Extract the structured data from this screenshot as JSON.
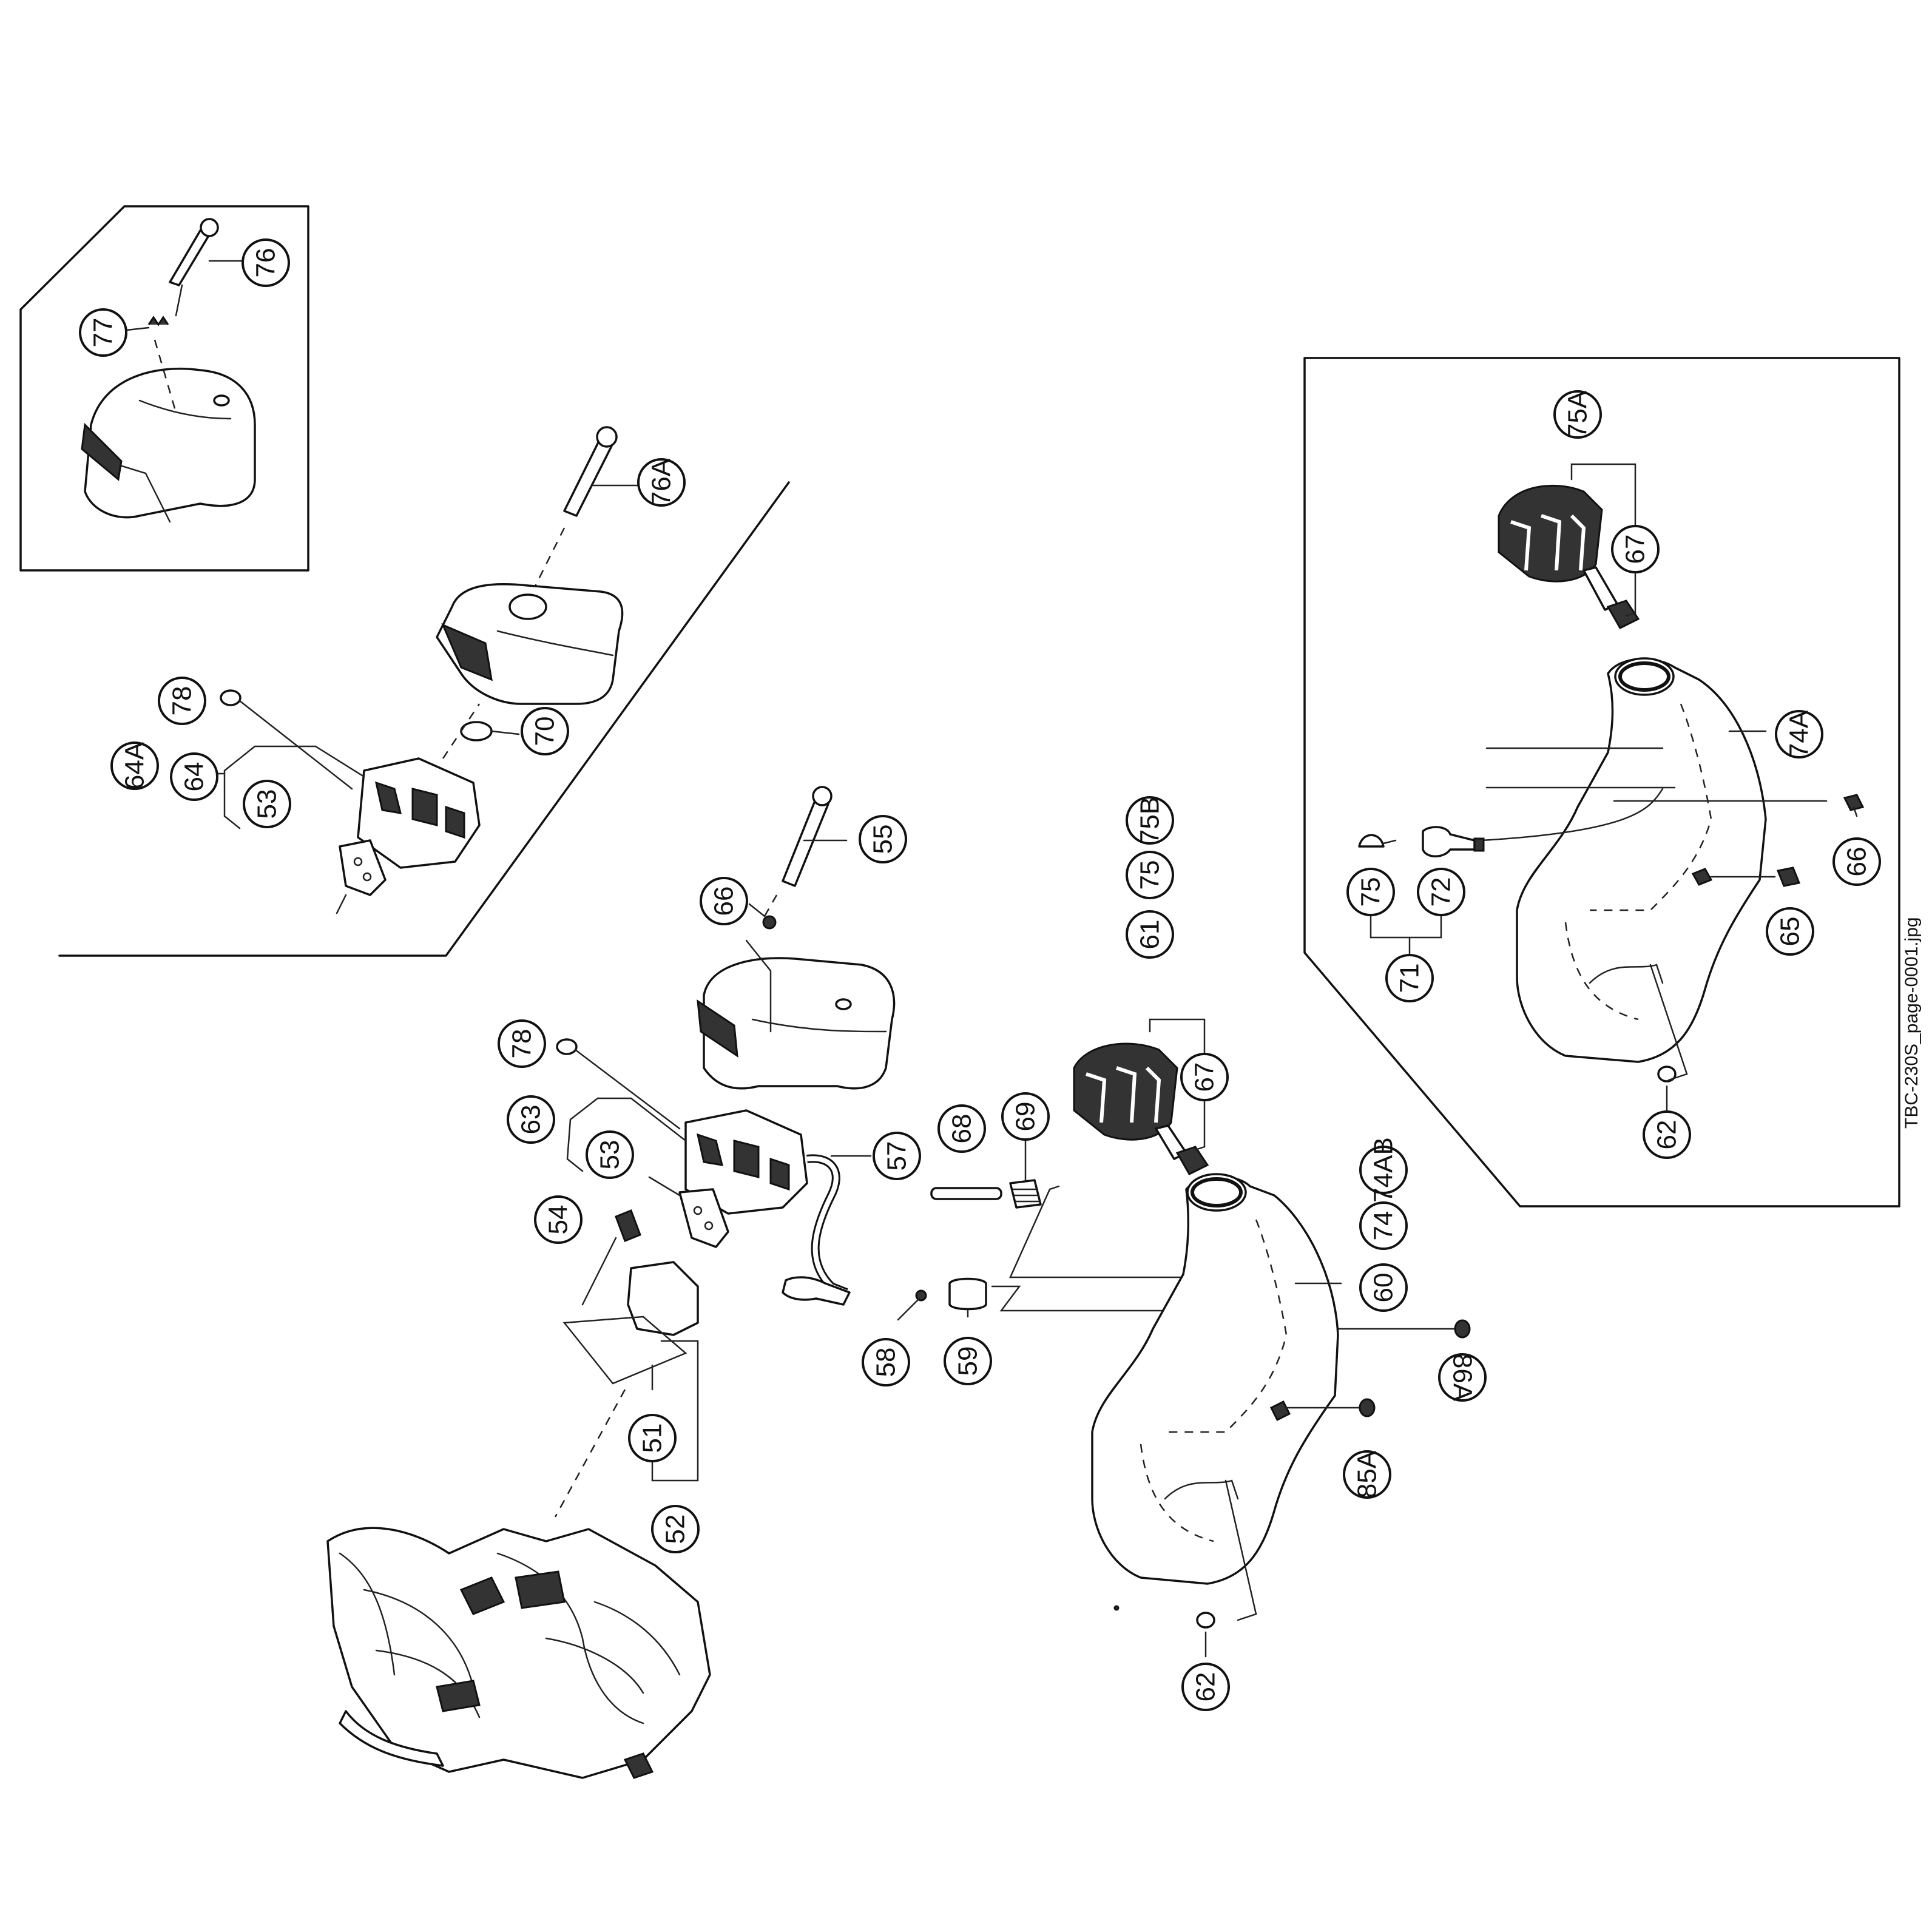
{
  "file_caption": "TBC-230S_page-0001.jpg",
  "balloons": {
    "b77": "77",
    "b76": "76",
    "b76a": "76A",
    "b78a": "78",
    "b64a": "64A",
    "b64": "64",
    "b53a": "53",
    "b70": "70",
    "b55": "55",
    "b66a": "66",
    "b78b": "78",
    "b63": "63",
    "b53b": "53",
    "b54": "54",
    "b57": "57",
    "b68": "68",
    "b69": "69",
    "b58": "58",
    "b59": "59",
    "b51": "51",
    "b52": "52",
    "b75b": "75B",
    "b75a2": "75",
    "b61": "61",
    "b67a": "67",
    "b74ab": "74AB",
    "b74": "74",
    "b60": "60",
    "b86a": "86A",
    "b85a": "85A",
    "b62a": "62",
    "b75a": "75A",
    "b67b": "67",
    "b74a": "74A",
    "b75c": "75",
    "b72": "72",
    "b71": "71",
    "b66b": "66",
    "b65": "65",
    "b62b": "62"
  }
}
